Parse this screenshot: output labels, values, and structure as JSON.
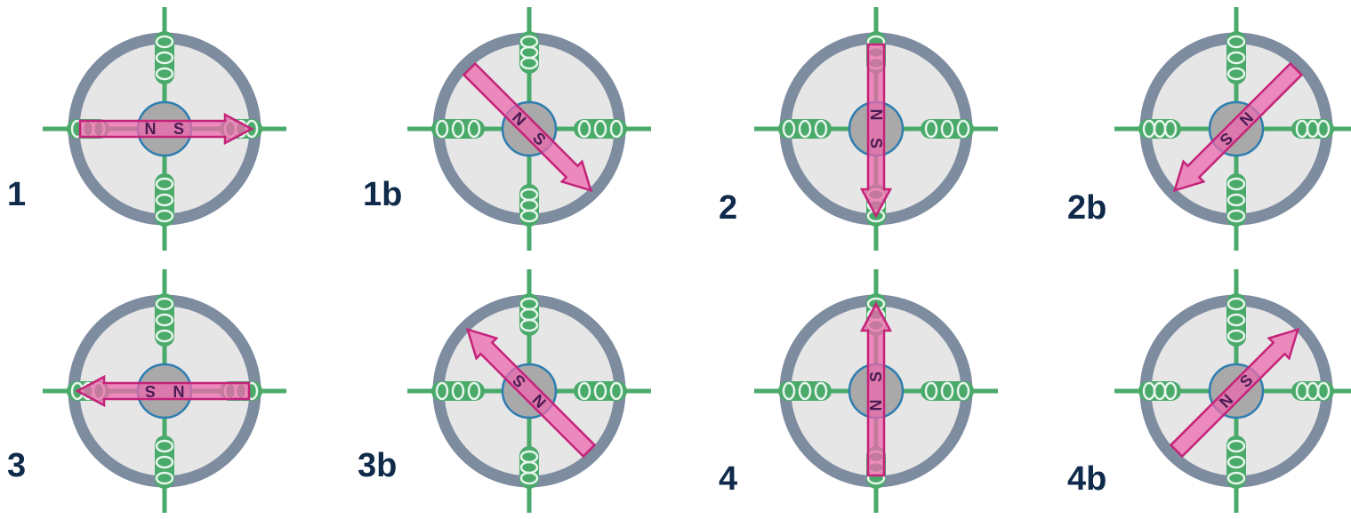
{
  "colors": {
    "stator_ring": "#7e8ca0",
    "stator_face": "#e6e6e6",
    "coil": "#4aaa6a",
    "rotor": "#a9a9a9",
    "rotor_edge": "#2e7db0",
    "magnet_fill": "#ee6aad",
    "magnet_stroke": "#c4237a",
    "pole_text": "#4a1a52",
    "label": "#0f2a4a"
  },
  "steps": [
    {
      "label": "1",
      "angle": 0,
      "coils": "vertical"
    },
    {
      "label": "1b",
      "angle": 45,
      "coils": "horizontal"
    },
    {
      "label": "2",
      "angle": 90,
      "coils": "horizontal"
    },
    {
      "label": "2b",
      "angle": 135,
      "coils": "vertical"
    },
    {
      "label": "3",
      "angle": 180,
      "coils": "vertical"
    },
    {
      "label": "3b",
      "angle": 225,
      "coils": "horizontal"
    },
    {
      "label": "4",
      "angle": 270,
      "coils": "horizontal"
    },
    {
      "label": "4b",
      "angle": 315,
      "coils": "vertical"
    }
  ],
  "poles": {
    "north": "N",
    "south": "S"
  }
}
